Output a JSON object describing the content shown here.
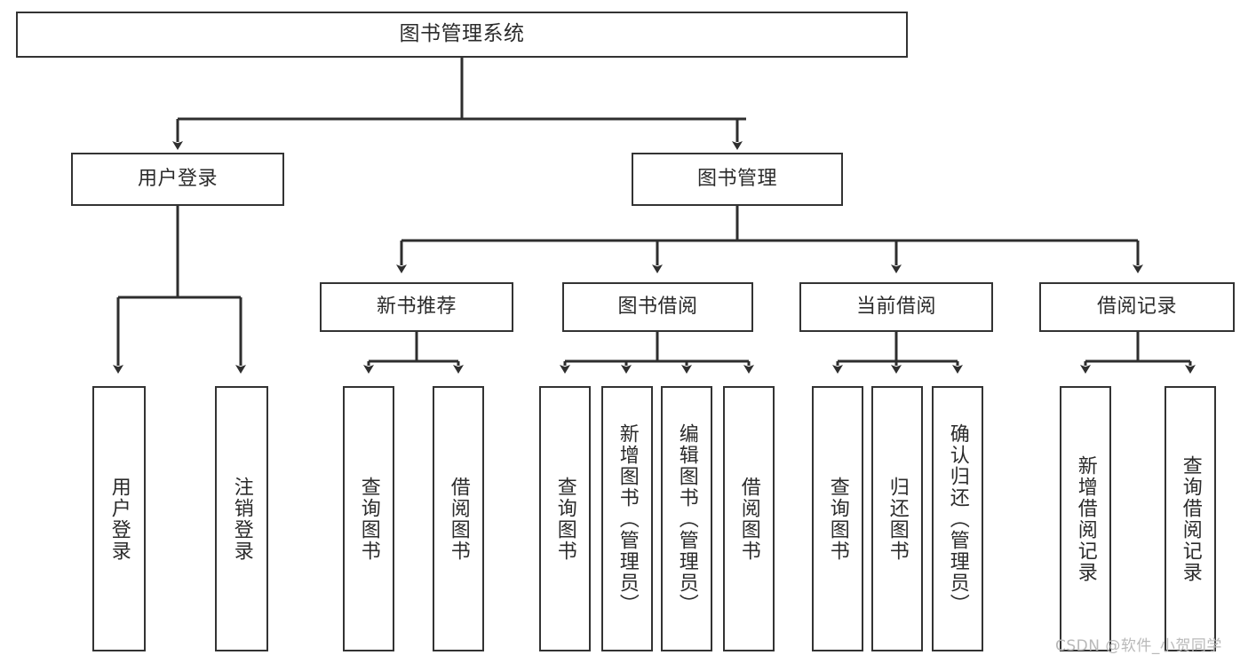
{
  "diagram": {
    "title": "图书管理系统",
    "type": "hierarchy-tree",
    "root": {
      "id": "root",
      "label": "图书管理系统"
    },
    "level2": [
      {
        "id": "user-login",
        "label": "用户登录"
      },
      {
        "id": "book-management",
        "label": "图书管理"
      }
    ],
    "level3": [
      {
        "id": "new-book-recommend",
        "label": "新书推荐"
      },
      {
        "id": "book-borrow",
        "label": "图书借阅"
      },
      {
        "id": "current-borrow",
        "label": "当前借阅"
      },
      {
        "id": "borrow-record",
        "label": "借阅记录"
      }
    ],
    "leaves": [
      {
        "id": "leaf-user-login",
        "label": "用户登录",
        "parent": "user-login"
      },
      {
        "id": "leaf-logout",
        "label": "注销登录",
        "parent": "user-login"
      },
      {
        "id": "leaf-query-book-1",
        "label": "查询图书",
        "parent": "new-book-recommend"
      },
      {
        "id": "leaf-borrow-book-1",
        "label": "借阅图书",
        "parent": "new-book-recommend"
      },
      {
        "id": "leaf-query-book-2",
        "label": "查询图书",
        "parent": "book-borrow"
      },
      {
        "id": "leaf-add-book",
        "label": "新增图书（管理员）",
        "parent": "book-borrow"
      },
      {
        "id": "leaf-edit-book",
        "label": "编辑图书（管理员）",
        "parent": "book-borrow"
      },
      {
        "id": "leaf-borrow-book-2",
        "label": "借阅图书",
        "parent": "book-borrow"
      },
      {
        "id": "leaf-query-book-3",
        "label": "查询图书",
        "parent": "current-borrow"
      },
      {
        "id": "leaf-return-book",
        "label": "归还图书",
        "parent": "current-borrow"
      },
      {
        "id": "leaf-confirm-return",
        "label": "确认归还（管理员）",
        "parent": "current-borrow"
      },
      {
        "id": "leaf-add-record",
        "label": "新增借阅记录",
        "parent": "borrow-record"
      },
      {
        "id": "leaf-query-record",
        "label": "查询借阅记录",
        "parent": "borrow-record"
      }
    ],
    "colors": {
      "border": "#333333",
      "text": "#2b2b2b",
      "background": "#ffffff",
      "watermark": "#b9b9b9"
    }
  },
  "watermark": {
    "text": "CSDN @软件_小贺同学"
  }
}
